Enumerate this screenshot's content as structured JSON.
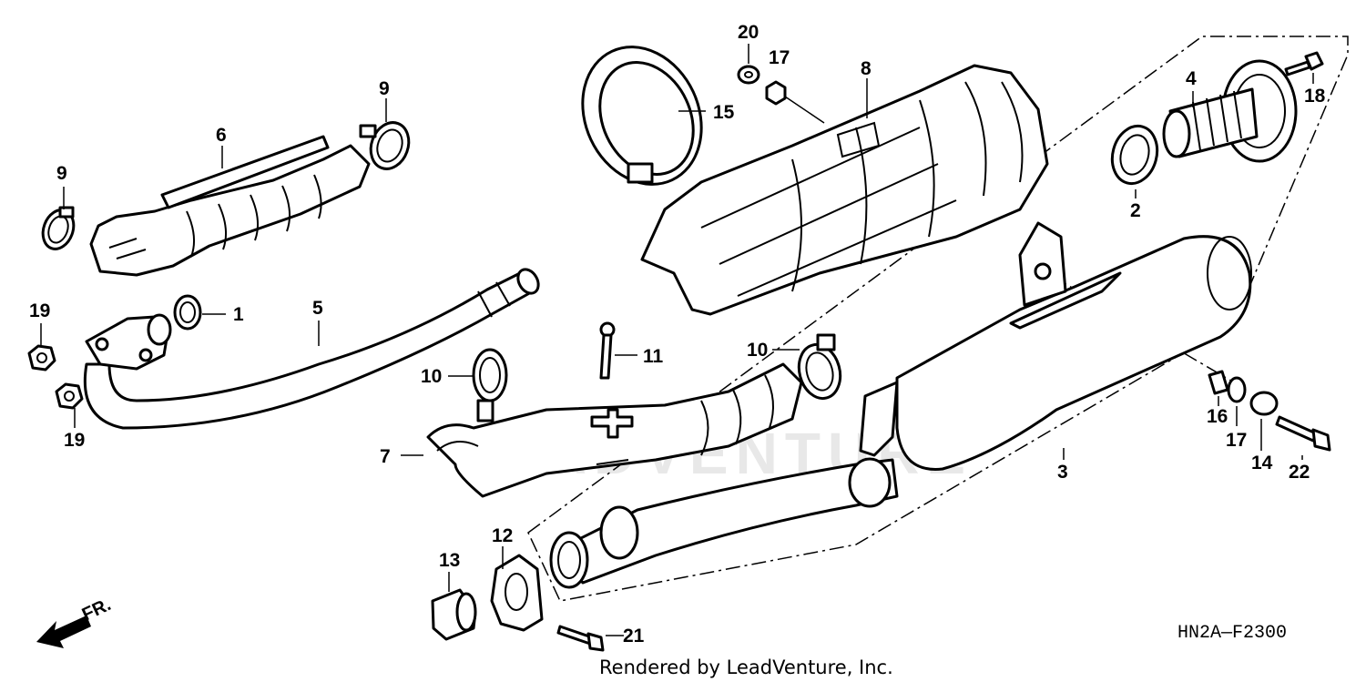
{
  "diagram": {
    "code": "HN2A—F2300",
    "credit": "Rendered by LeadVenture, Inc.",
    "watermark": "LEADVENTURE",
    "direction_label": "FR.",
    "callouts": {
      "c1": "1",
      "c2": "2",
      "c3": "3",
      "c4": "4",
      "c5": "5",
      "c6": "6",
      "c7": "7",
      "c8": "8",
      "c9a": "9",
      "c9b": "9",
      "c10a": "10",
      "c10b": "10",
      "c11": "11",
      "c12": "12",
      "c13": "13",
      "c14": "14",
      "c15": "15",
      "c16": "16",
      "c17a": "17",
      "c17b": "17",
      "c18": "18",
      "c19a": "19",
      "c19b": "19",
      "c20": "20",
      "c21": "21",
      "c22": "22"
    }
  }
}
